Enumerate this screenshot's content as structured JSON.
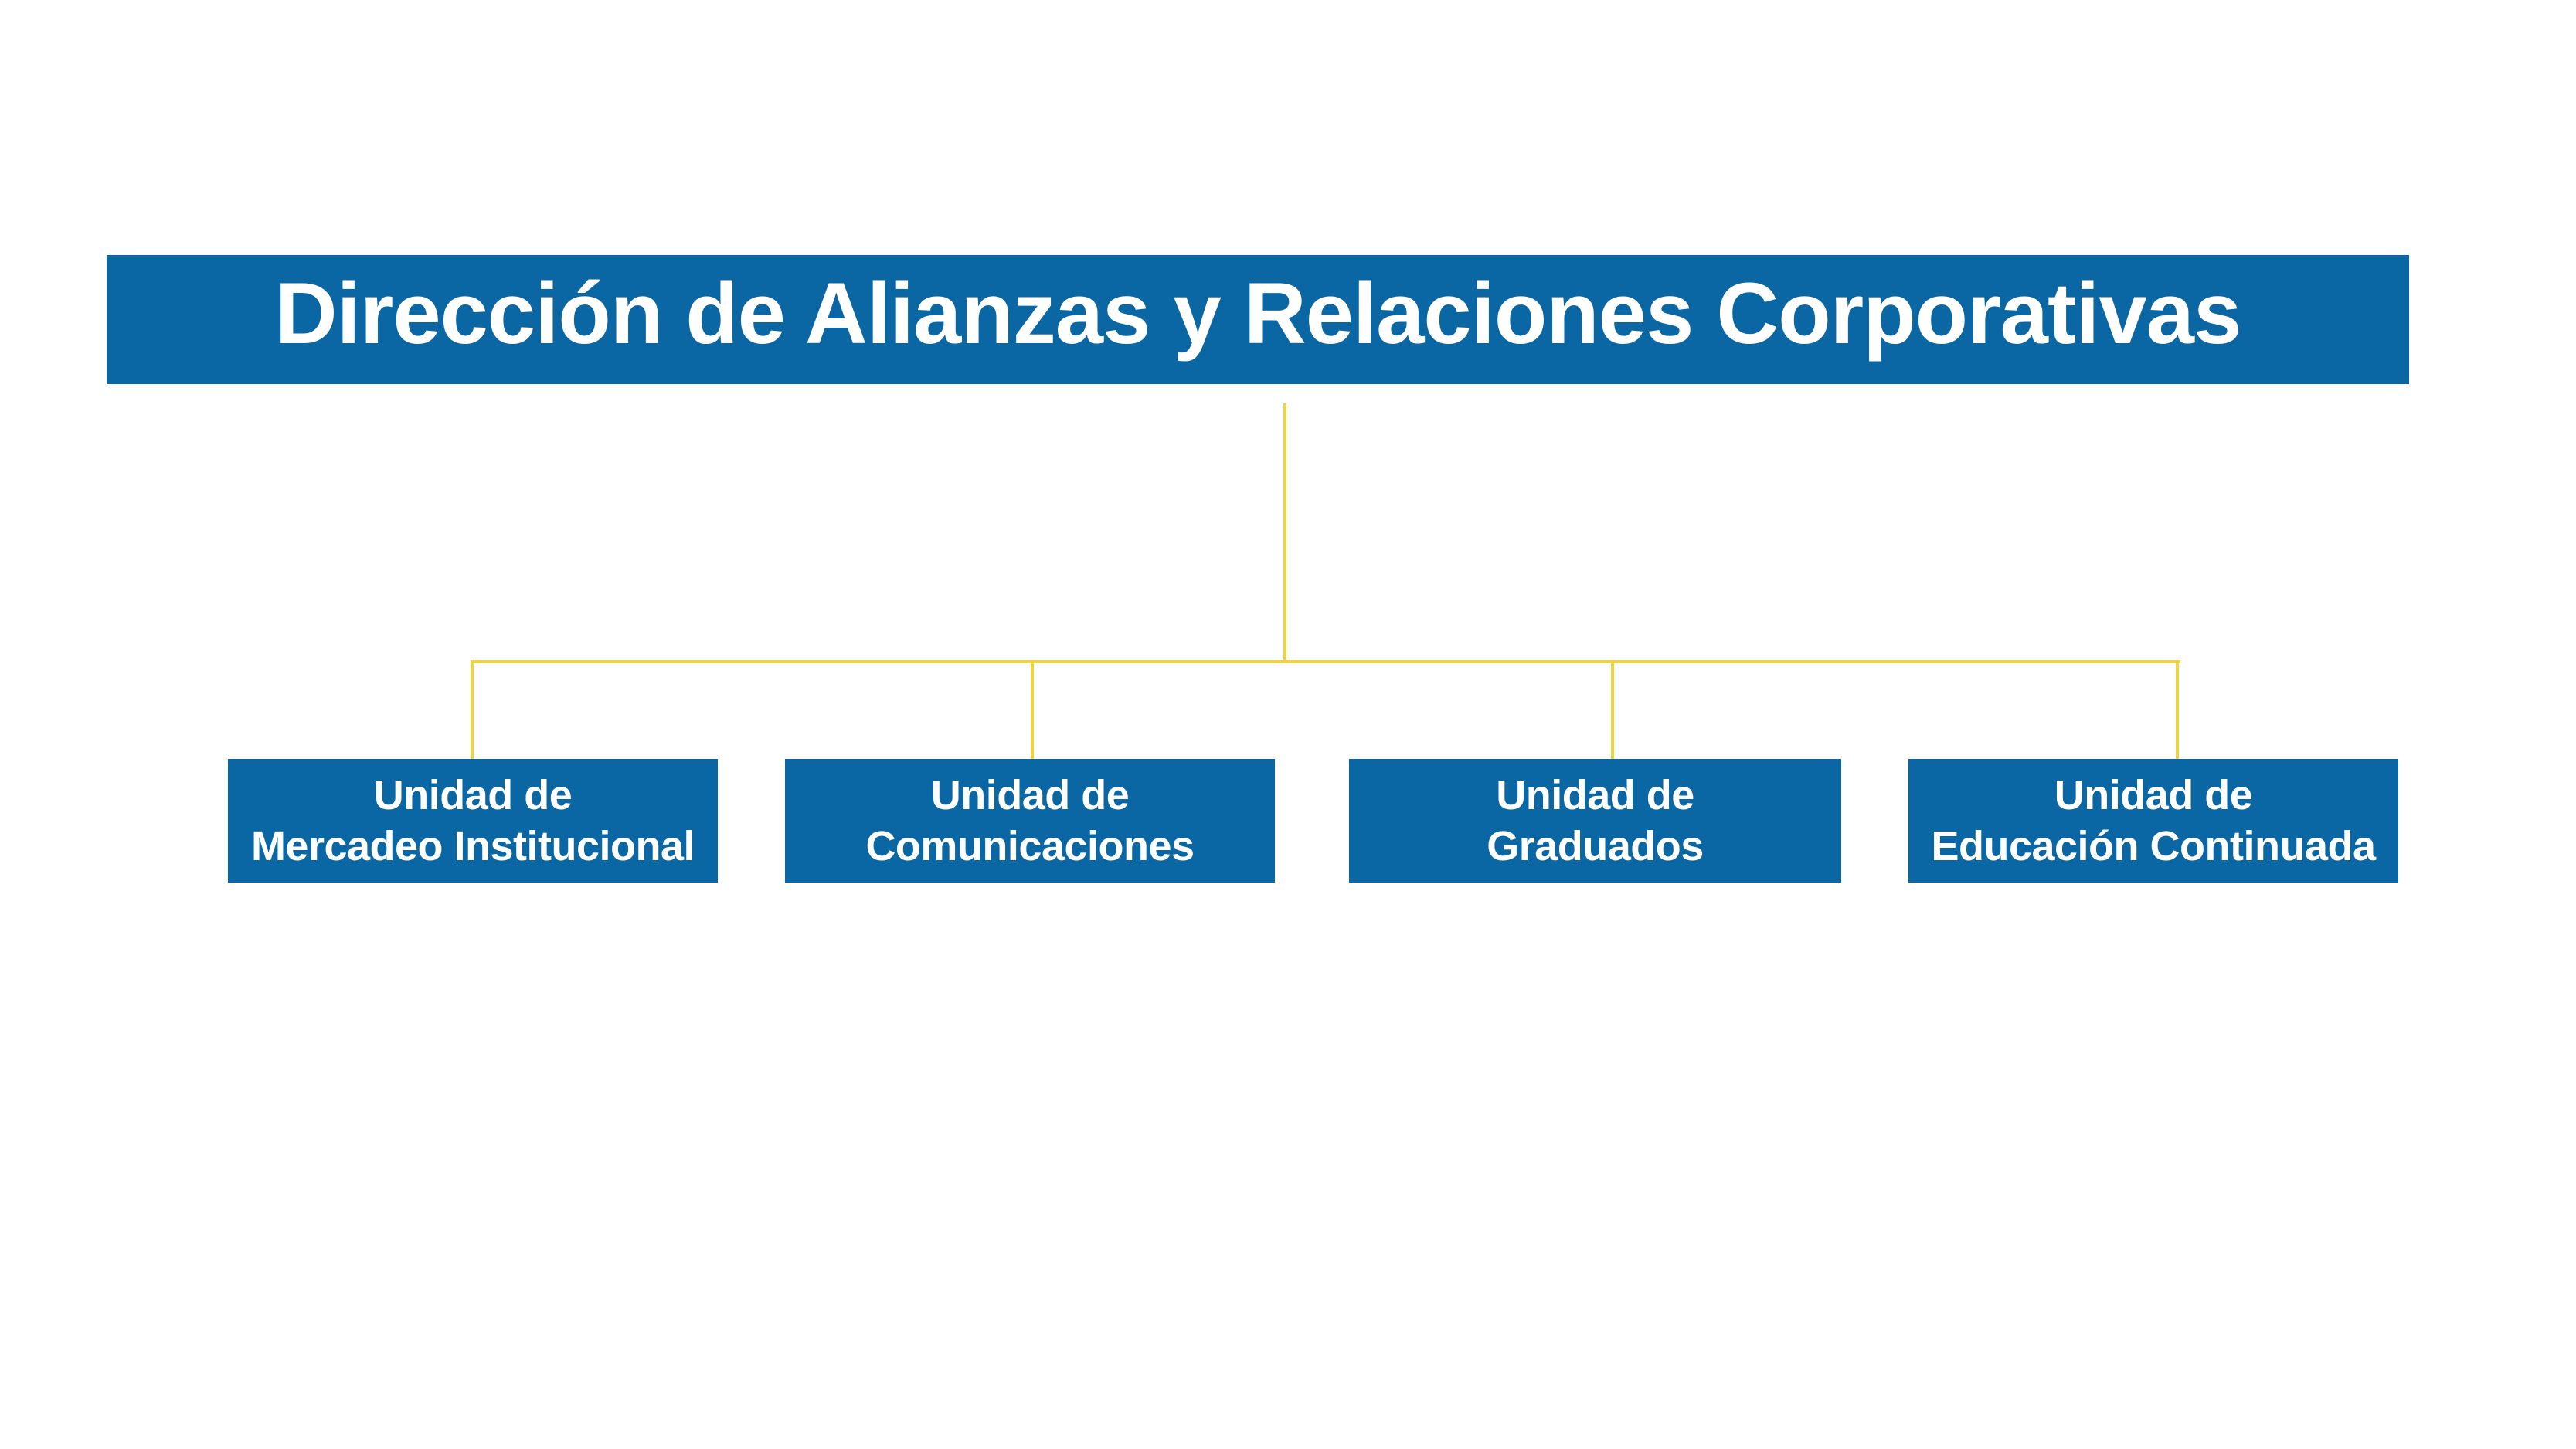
{
  "palette": {
    "background": "#FFFFFF",
    "box_blue": "#0B67A4",
    "connector_yellow": "#F0D340",
    "text_white": "#FFFFFF"
  },
  "root": {
    "title": "Dirección de Alianzas y Relaciones Corporativas"
  },
  "units": [
    {
      "line1": "Unidad de",
      "line2": "Mercadeo Institucional"
    },
    {
      "line1": "Unidad de",
      "line2": "Comunicaciones"
    },
    {
      "line1": "Unidad de",
      "line2": "Graduados"
    },
    {
      "line1": "Unidad de",
      "line2": "Educación Continuada"
    }
  ]
}
